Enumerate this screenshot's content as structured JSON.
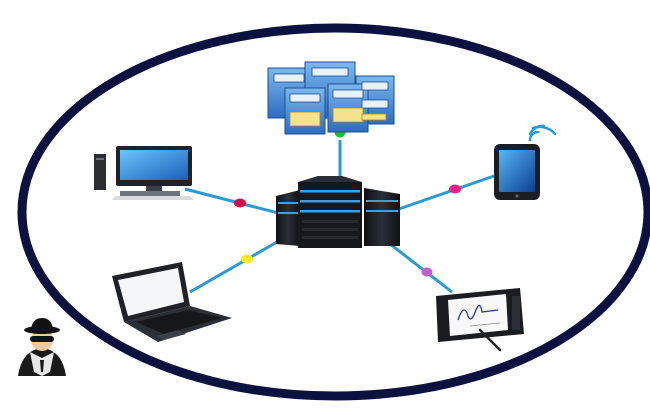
{
  "diagram": {
    "type": "network-topology",
    "hub": {
      "icon": "server-rack-icon"
    },
    "nodes": [
      {
        "id": "file-storage",
        "icon": "filing-cabinets-icon",
        "connector_color": "#20c020"
      },
      {
        "id": "desktop",
        "icon": "desktop-computer-icon",
        "connector_color": "#d0104a"
      },
      {
        "id": "smartphone",
        "icon": "smartphone-icon",
        "connector_color": "#e8208c"
      },
      {
        "id": "laptop",
        "icon": "laptop-icon",
        "connector_color": "#f4ec20"
      },
      {
        "id": "signature-pad",
        "icon": "signature-tablet-icon",
        "connector_color": "#c060c8"
      }
    ],
    "outsider": {
      "icon": "hacker-spy-icon"
    },
    "colors": {
      "boundary": "#0c1240",
      "link": "#2a9ad6",
      "server_dark": "#1a1d22",
      "server_accent": "#3aa0e8",
      "cabinet": "#4a8fd8"
    }
  }
}
